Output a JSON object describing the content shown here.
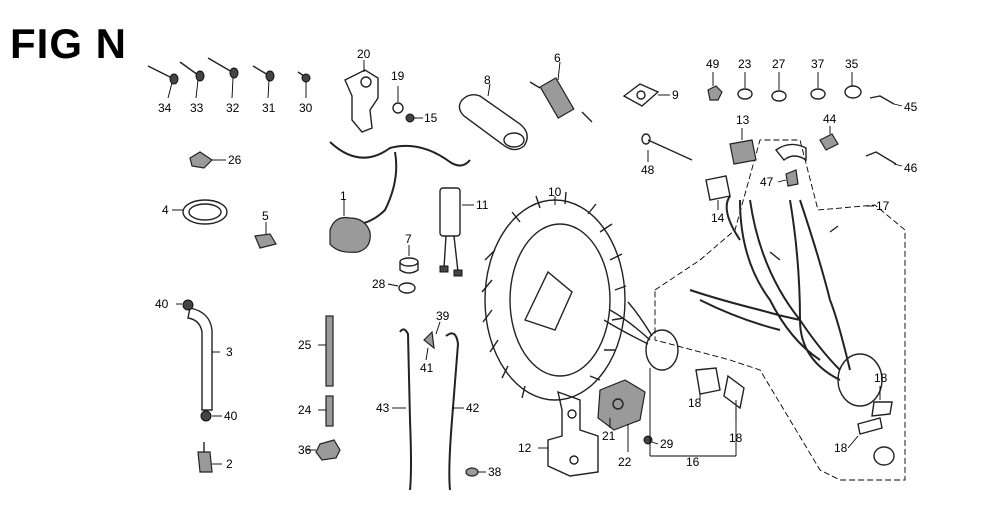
{
  "title": "FIG N",
  "colors": {
    "ink": "#000000",
    "shade": "#9a9a9a",
    "background": "#ffffff"
  },
  "callouts": [
    "1",
    "2",
    "3",
    "4",
    "5",
    "6",
    "7",
    "8",
    "9",
    "10",
    "11",
    "12",
    "13",
    "14",
    "15",
    "16",
    "17",
    "18",
    "19",
    "20",
    "21",
    "22",
    "23",
    "24",
    "25",
    "26",
    "27",
    "28",
    "29",
    "30",
    "31",
    "32",
    "33",
    "34",
    "35",
    "36",
    "37",
    "38",
    "39",
    "40",
    "41",
    "42",
    "43",
    "44",
    "45",
    "46",
    "47",
    "48",
    "49"
  ],
  "callout_18": "18",
  "callout_40": "40"
}
